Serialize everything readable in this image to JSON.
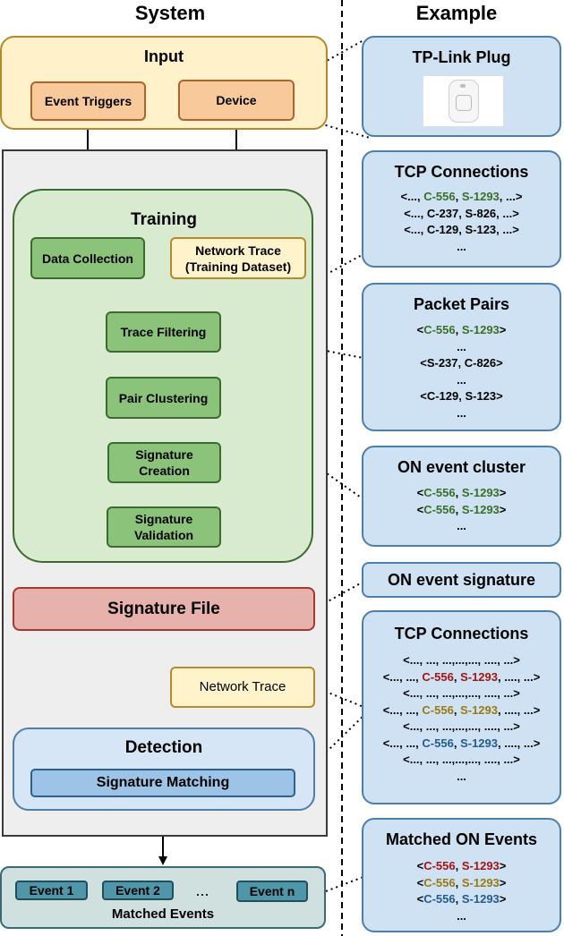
{
  "headers": {
    "system": "System",
    "example": "Example"
  },
  "input": {
    "title": "Input",
    "event_triggers": "Event Triggers",
    "device": "Device"
  },
  "training": {
    "title": "Training",
    "data_collection": "Data Collection",
    "network_trace": "Network Trace",
    "training_dataset": "(Training Dataset)",
    "trace_filtering": "Trace Filtering",
    "pair_clustering": "Pair Clustering",
    "signature_creation_1": "Signature",
    "signature_creation_2": "Creation",
    "signature_validation_1": "Signature",
    "signature_validation_2": "Validation"
  },
  "signature_file": "Signature File",
  "detection_network_trace": "Network Trace",
  "detection": {
    "title": "Detection",
    "signature_matching": "Signature Matching"
  },
  "matched": {
    "event_1": "Event 1",
    "event_2": "Event 2",
    "ellipsis": "...",
    "event_n": "Event n",
    "label": "Matched Events"
  },
  "examples": {
    "plug": {
      "title": "TP-Link Plug"
    },
    "tcp1": {
      "title": "TCP Connections",
      "line1_pre": "<..., ",
      "line1_c": "C-556",
      "line1_mid": ", ",
      "line1_s": "S-1293",
      "line1_post": ", ...>",
      "line2": "<..., C-237, S-826, ...>",
      "line3": "<..., C-129, S-123, ...>",
      "line4": "..."
    },
    "pairs": {
      "title": "Packet Pairs",
      "line1_pre": "<",
      "line1_c": "C-556",
      "line1_mid": ", ",
      "line1_s": "S-1293",
      "line1_post": ">",
      "line2": "...",
      "line3": "<S-237, C-826>",
      "line4": "...",
      "line5": "<C-129, S-123>",
      "line6": "..."
    },
    "cluster": {
      "title": "ON event cluster",
      "line_pre": "<",
      "line_c": "C-556",
      "line_mid": ", ",
      "line_s": "S-1293",
      "line_post": ">",
      "line3": "..."
    },
    "signature": {
      "title": "ON event signature"
    },
    "tcp2": {
      "title": "TCP Connections",
      "generic": "<..., ..., ...,...,..., ...., ...>",
      "pre": "<..., ..., ",
      "post": ", ...., ...>",
      "c556": "C-556",
      "s1293": "S-1293",
      "sep": ", ",
      "last": "..."
    },
    "matched": {
      "title": "Matched ON Events",
      "pre": "<",
      "c556": "C-556",
      "sep": ", ",
      "s1293": "S-1293",
      "post": ">",
      "last": "..."
    }
  }
}
